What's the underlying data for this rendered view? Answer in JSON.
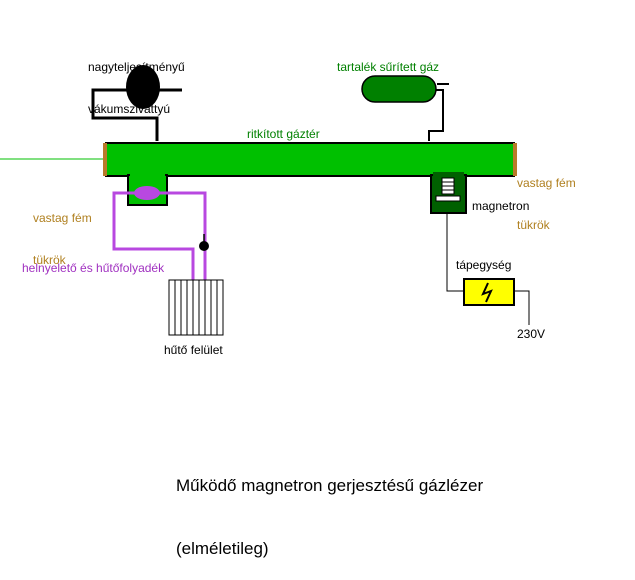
{
  "diagram": {
    "labels": {
      "pump_line1": "nagyteljesítményű",
      "pump_line2": "vákumszivattyú",
      "reserve_gas": "tartalék sűrített gáz",
      "thin_gas": "ritkított gáztér",
      "mirror_right_line1": "vastag fém",
      "mirror_right_line2": "tükrök",
      "mirror_left_line1": "vastag fém",
      "mirror_left_line2": "tükrök",
      "magnetron": "magnetron",
      "coolant": "helnyelető és hűtőfolyadék",
      "power_supply": "tápegység",
      "voltage": "230V",
      "heatsink": "hűtő felület"
    },
    "caption_line1": "Működő magnetron gerjesztésű gázlézer",
    "caption_line2": "(elméletileg)",
    "colors": {
      "tube_green": "#00c000",
      "dark_green": "#006000",
      "mirror_brown": "#b97a2a",
      "coolant_purple": "#b848e0",
      "power_yellow": "#ffff00",
      "label_green": "#008000",
      "label_brown": "#b08020",
      "label_purple": "#a030c0"
    }
  }
}
